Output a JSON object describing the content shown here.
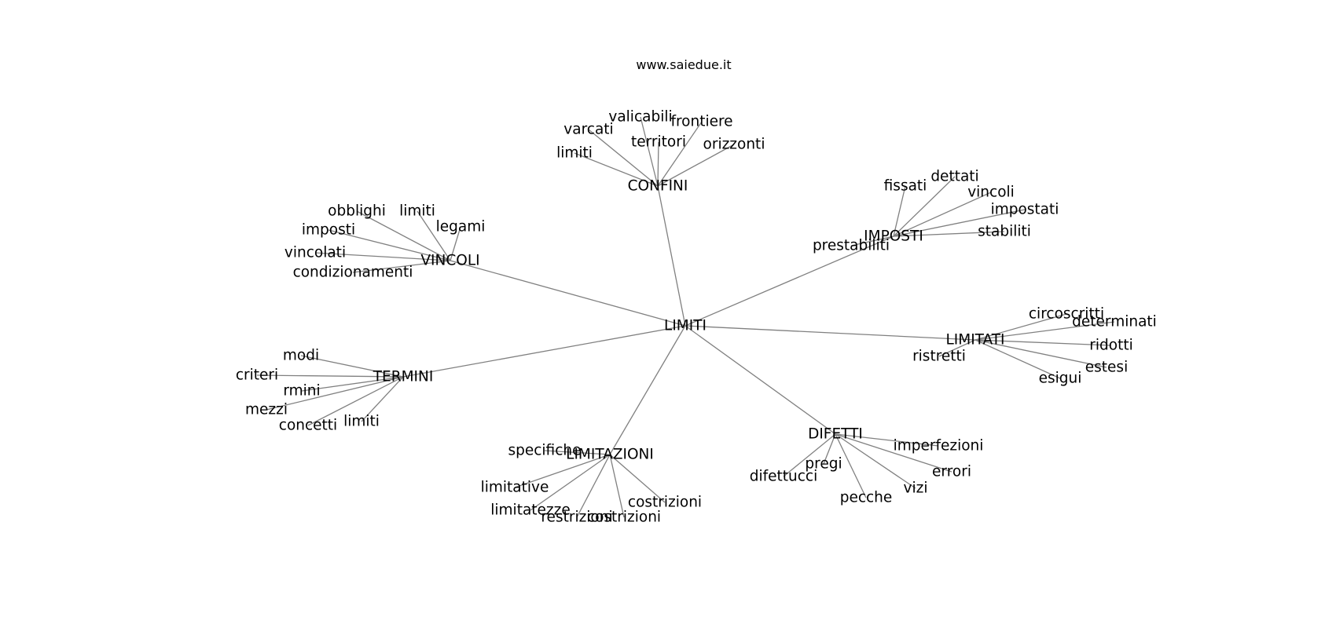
{
  "site": {
    "title": "www.saiedue.it"
  },
  "colors": {
    "edge": "#808080",
    "text": "#000000",
    "background": "#ffffff"
  },
  "graph": {
    "root": "LIMITI",
    "branches": [
      {
        "hub": "CONFINI",
        "leaves": [
          "limiti",
          "varcati",
          "valicabili",
          "frontiere",
          "territori",
          "orizzonti"
        ]
      },
      {
        "hub": "IMPOSTI",
        "leaves": [
          "fissati",
          "dettati",
          "vincoli",
          "impostati",
          "stabiliti",
          "prestabiliti"
        ]
      },
      {
        "hub": "VINCOLI",
        "leaves": [
          "obblighi",
          "limiti",
          "legami",
          "imposti",
          "vincolati",
          "condizionamenti"
        ]
      },
      {
        "hub": "LIMITATI",
        "leaves": [
          "circoscritti",
          "determinati",
          "ridotti",
          "estesi",
          "esigui",
          "ristretti"
        ]
      },
      {
        "hub": "TERMINI",
        "leaves": [
          "modi",
          "criteri",
          "rmini",
          "mezzi",
          "concetti",
          "limiti"
        ]
      },
      {
        "hub": "DIFETTI",
        "leaves": [
          "imperfezioni",
          "errori",
          "vizi",
          "pecche",
          "pregi",
          "difettucci"
        ]
      },
      {
        "hub": "LIMITAZIONI",
        "leaves": [
          "specifiche",
          "limitative",
          "limitatezze",
          "restrizioni",
          "costrizioni",
          "costrizioni"
        ]
      }
    ]
  }
}
